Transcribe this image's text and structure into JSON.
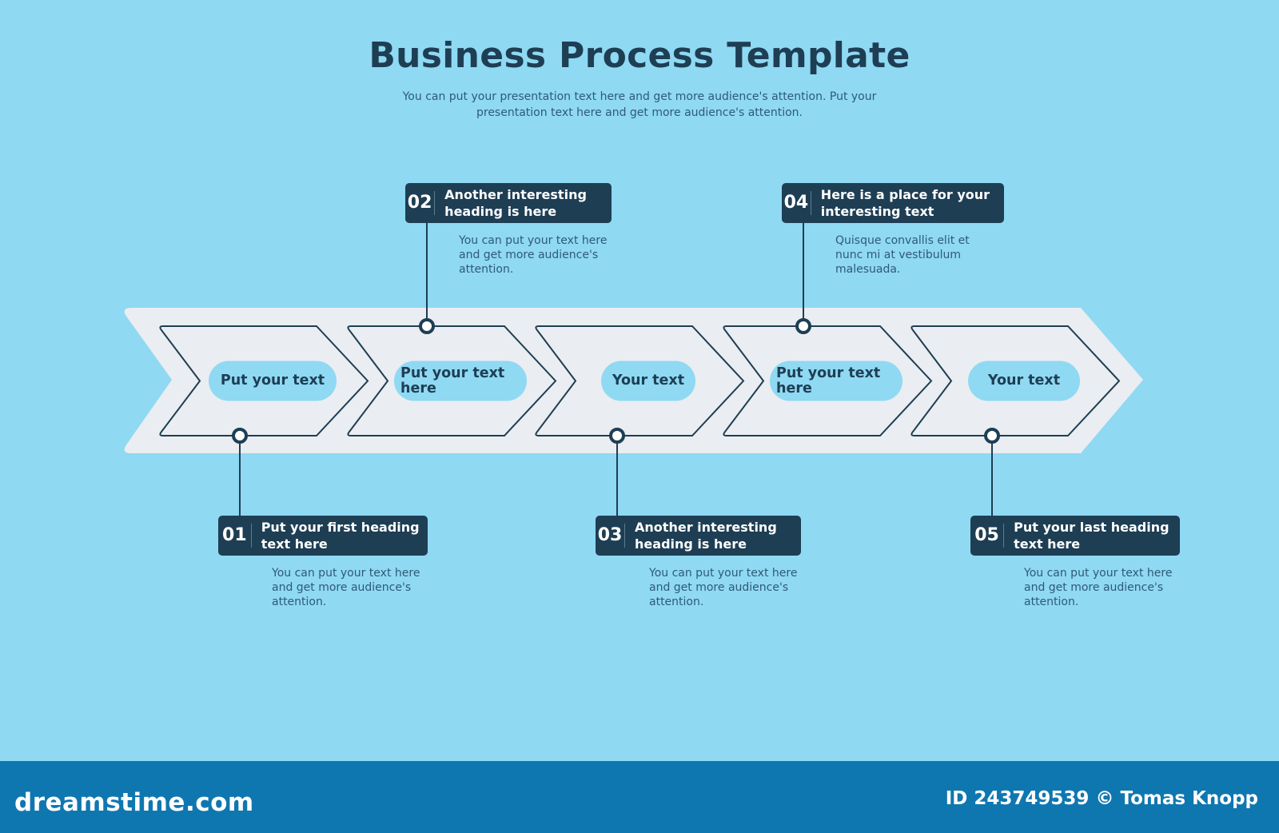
{
  "title": "Business Process Template",
  "subtitle": "You can put your presentation text here and get more audience's attention. Put your presentation text here and get more audience's attention.",
  "colors": {
    "background": "#8fd9f3",
    "band": "#eaedf1",
    "dark": "#1e3e54",
    "pill": "#8fd9f3",
    "footer": "#0f77b0"
  },
  "steps": [
    {
      "pill": "Put your text",
      "number": "01",
      "heading": "Put your first heading text here",
      "desc": "You can put your text here and get more audience's attention.",
      "position": "bottom"
    },
    {
      "pill": "Put your text here",
      "number": "02",
      "heading": "Another interesting heading is here",
      "desc": "You can put your text here and get more audience's attention.",
      "position": "top"
    },
    {
      "pill": "Your text",
      "number": "03",
      "heading": "Another interesting heading is here",
      "desc": "You can put your text here and get more audience's attention.",
      "position": "bottom"
    },
    {
      "pill": "Put your text here",
      "number": "04",
      "heading": "Here is a place for your interesting text",
      "desc": "Quisque convallis elit et nunc mi at vestibulum malesuada.",
      "position": "top"
    },
    {
      "pill": "Your text",
      "number": "05",
      "heading": "Put your last heading text here",
      "desc": "You can put your text here and get more audience's attention.",
      "position": "bottom"
    }
  ],
  "footer": {
    "brand": "dreamstime.com",
    "credit": "ID 243749539 © Tomas Knopp"
  }
}
